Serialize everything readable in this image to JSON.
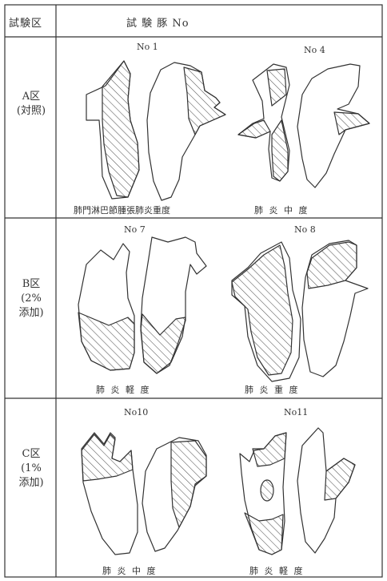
{
  "header": {
    "group_col": "試験区",
    "pig_col": "試 験 豚 No"
  },
  "groups": [
    {
      "label_lines": [
        "A区",
        "(対照)"
      ],
      "pigs": [
        {
          "no": "No 1",
          "finding": "肺門淋巴節腫張肺炎重度"
        },
        {
          "no": "No 4",
          "finding": "肺 炎 中 度"
        }
      ]
    },
    {
      "label_lines": [
        "B区",
        "(2%",
        "添加)"
      ],
      "pigs": [
        {
          "no": "No 7",
          "finding": "肺 炎 軽 度"
        },
        {
          "no": "No 8",
          "finding": "肺 炎 重 度"
        }
      ]
    },
    {
      "label_lines": [
        "C区",
        "(1%",
        "添加)"
      ],
      "pigs": [
        {
          "no": "No10",
          "finding": "肺 炎 中 度"
        },
        {
          "no": "No11",
          "finding": "肺 炎 軽 度"
        }
      ]
    }
  ],
  "colors": {
    "line": "#333333",
    "hatch": "#555555",
    "background": "#ffffff"
  },
  "lesion_pattern": "diagonal-hatching"
}
